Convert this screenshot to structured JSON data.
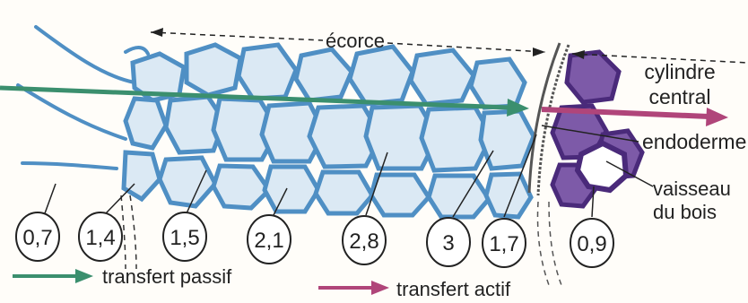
{
  "labels": {
    "ecorce": "écorce",
    "cylindre_line1": "cylindre",
    "cylindre_line2": "central",
    "endoderme": "endoderme",
    "vaisseau_line1": "vaisseau",
    "vaisseau_line2": "du bois"
  },
  "values": [
    "0,7",
    "1,4",
    "1,5",
    "2,1",
    "2,8",
    "3",
    "1,7",
    "0,9"
  ],
  "legend": {
    "passif": "transfert passif",
    "actif": "transfert actif"
  },
  "colors": {
    "cell_outline": "#4f8fc4",
    "cell_fill": "#dbe9f4",
    "central_cells": "#4a2a7a",
    "passive_arrow": "#3b8f6e",
    "active_arrow": "#b0457a",
    "background": "#fffdf9"
  }
}
